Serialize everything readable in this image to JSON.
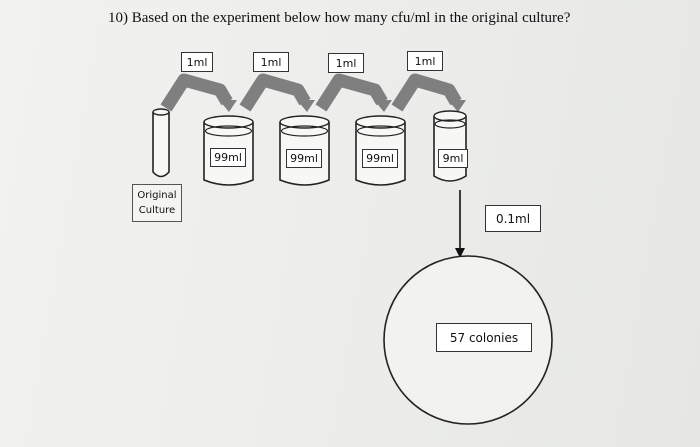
{
  "question": "10) Based on the experiment below how many cfu/ml in the original culture?",
  "transfer_labels": [
    "1ml",
    "1ml",
    "1ml",
    "1ml"
  ],
  "tube_volumes": [
    "99ml",
    "99ml",
    "99ml",
    "9ml"
  ],
  "original_culture": {
    "line1": "Original",
    "line2": "Culture"
  },
  "plated_volume": "0.1ml",
  "colonies": "57 colonies"
}
